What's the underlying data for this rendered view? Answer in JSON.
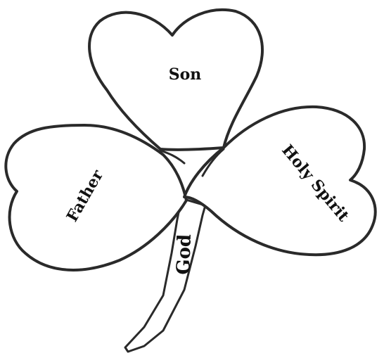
{
  "diagram": {
    "labels": {
      "top_leaf": "Son",
      "left_leaf": "Father",
      "right_leaf": "Holy Spirit",
      "stem": "God"
    },
    "colors": {
      "outline": "#2a2a2a",
      "text": "#111111",
      "fill": "#ffffff"
    }
  }
}
